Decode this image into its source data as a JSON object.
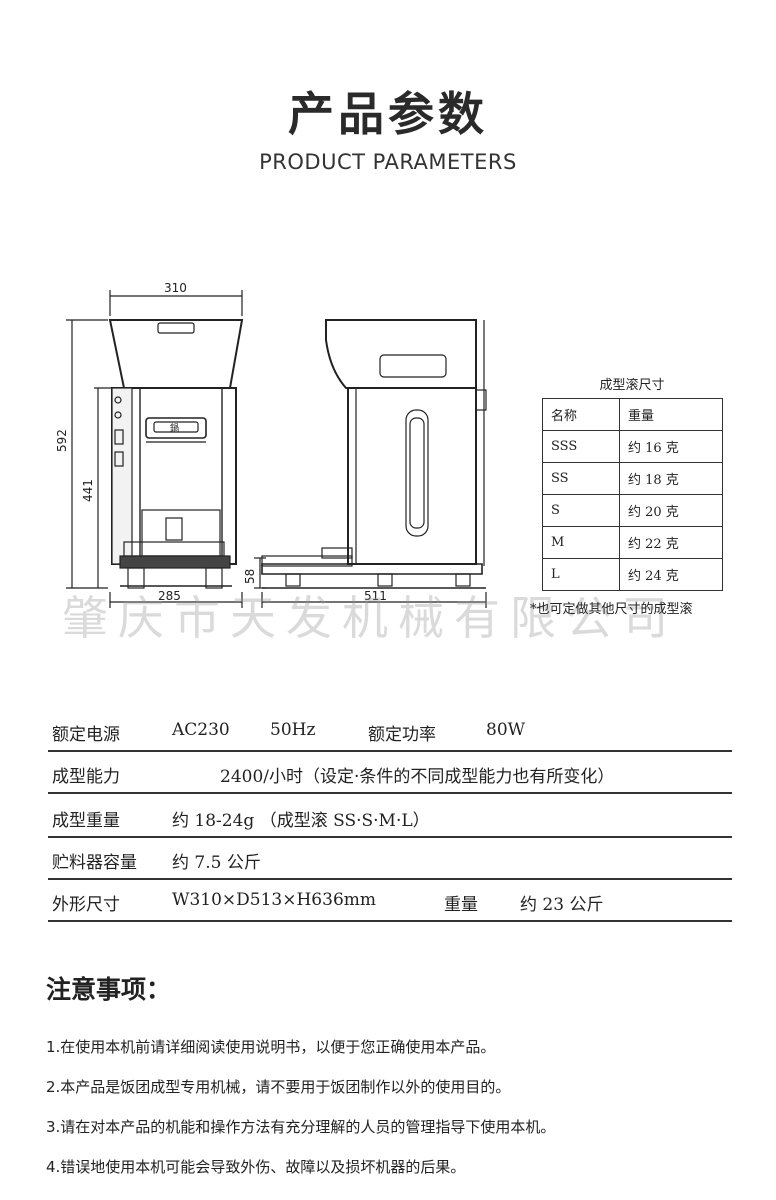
{
  "header": {
    "title": "产品参数",
    "subtitle": "PRODUCT PARAMETERS"
  },
  "diagram": {
    "dim_width_front": "310",
    "dim_height_total": "592",
    "dim_height_body": "441",
    "dim_depth_base": "285",
    "dim_side_depth": "511",
    "dim_side_base_height": "58",
    "front_panel_label": "鍋"
  },
  "watermark": "肇庆市天发机械有限公司",
  "size_table": {
    "caption": "成型滚尺寸",
    "headers": [
      "名称",
      "重量"
    ],
    "rows": [
      [
        "SSS",
        "约 16 克"
      ],
      [
        "SS",
        "约 18 克"
      ],
      [
        "S",
        "约 20 克"
      ],
      [
        "M",
        "约 22 克"
      ],
      [
        "L",
        "约 24 克"
      ]
    ],
    "footnote": "*也可定做其他尺寸的成型滚"
  },
  "specs": {
    "row1": {
      "label": "额定电源",
      "voltage": "AC230",
      "freq": "50Hz",
      "power_label": "额定功率",
      "power": "80W"
    },
    "row2": {
      "label": "成型能力",
      "value": "2400/小时（设定·条件的不同成型能力也有所变化）"
    },
    "row3": {
      "label": "成型重量",
      "value": "约 18-24g （成型滚 SS·S·M·L）"
    },
    "row4": {
      "label": "贮料器容量",
      "value": "约 7.5 公斤"
    },
    "row5": {
      "label": "外形尺寸",
      "value": "W310×D513×H636mm",
      "weight_label": "重量",
      "weight": "约 23 公斤"
    }
  },
  "notice": {
    "title": "注意事项：",
    "items": [
      "1.在使用本机前请详细阅读使用说明书，以便于您正确使用本产品。",
      "2.本产品是饭团成型专用机械，请不要用于饭团制作以外的使用目的。",
      "3.请在对本产品的机能和操作方法有充分理解的人员的管理指导下使用本机。",
      "4.错误地使用本机可能会导致外伤、故障以及损坏机器的后果。"
    ]
  }
}
